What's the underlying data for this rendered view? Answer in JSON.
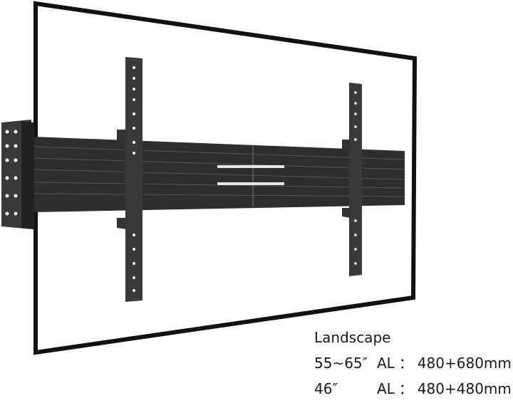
{
  "specs": {
    "heading": "Landscape",
    "rows": [
      {
        "size": "55~65″",
        "label": "AL",
        "separator": "：",
        "value": "480+680mm"
      },
      {
        "size": "46″",
        "label": "AL",
        "separator": "：",
        "value": "480+480mm"
      }
    ]
  },
  "colors": {
    "frame": "#111111",
    "rail": "#2b2b2b",
    "bracket": "#333333",
    "accent": "#e6e6e6"
  }
}
